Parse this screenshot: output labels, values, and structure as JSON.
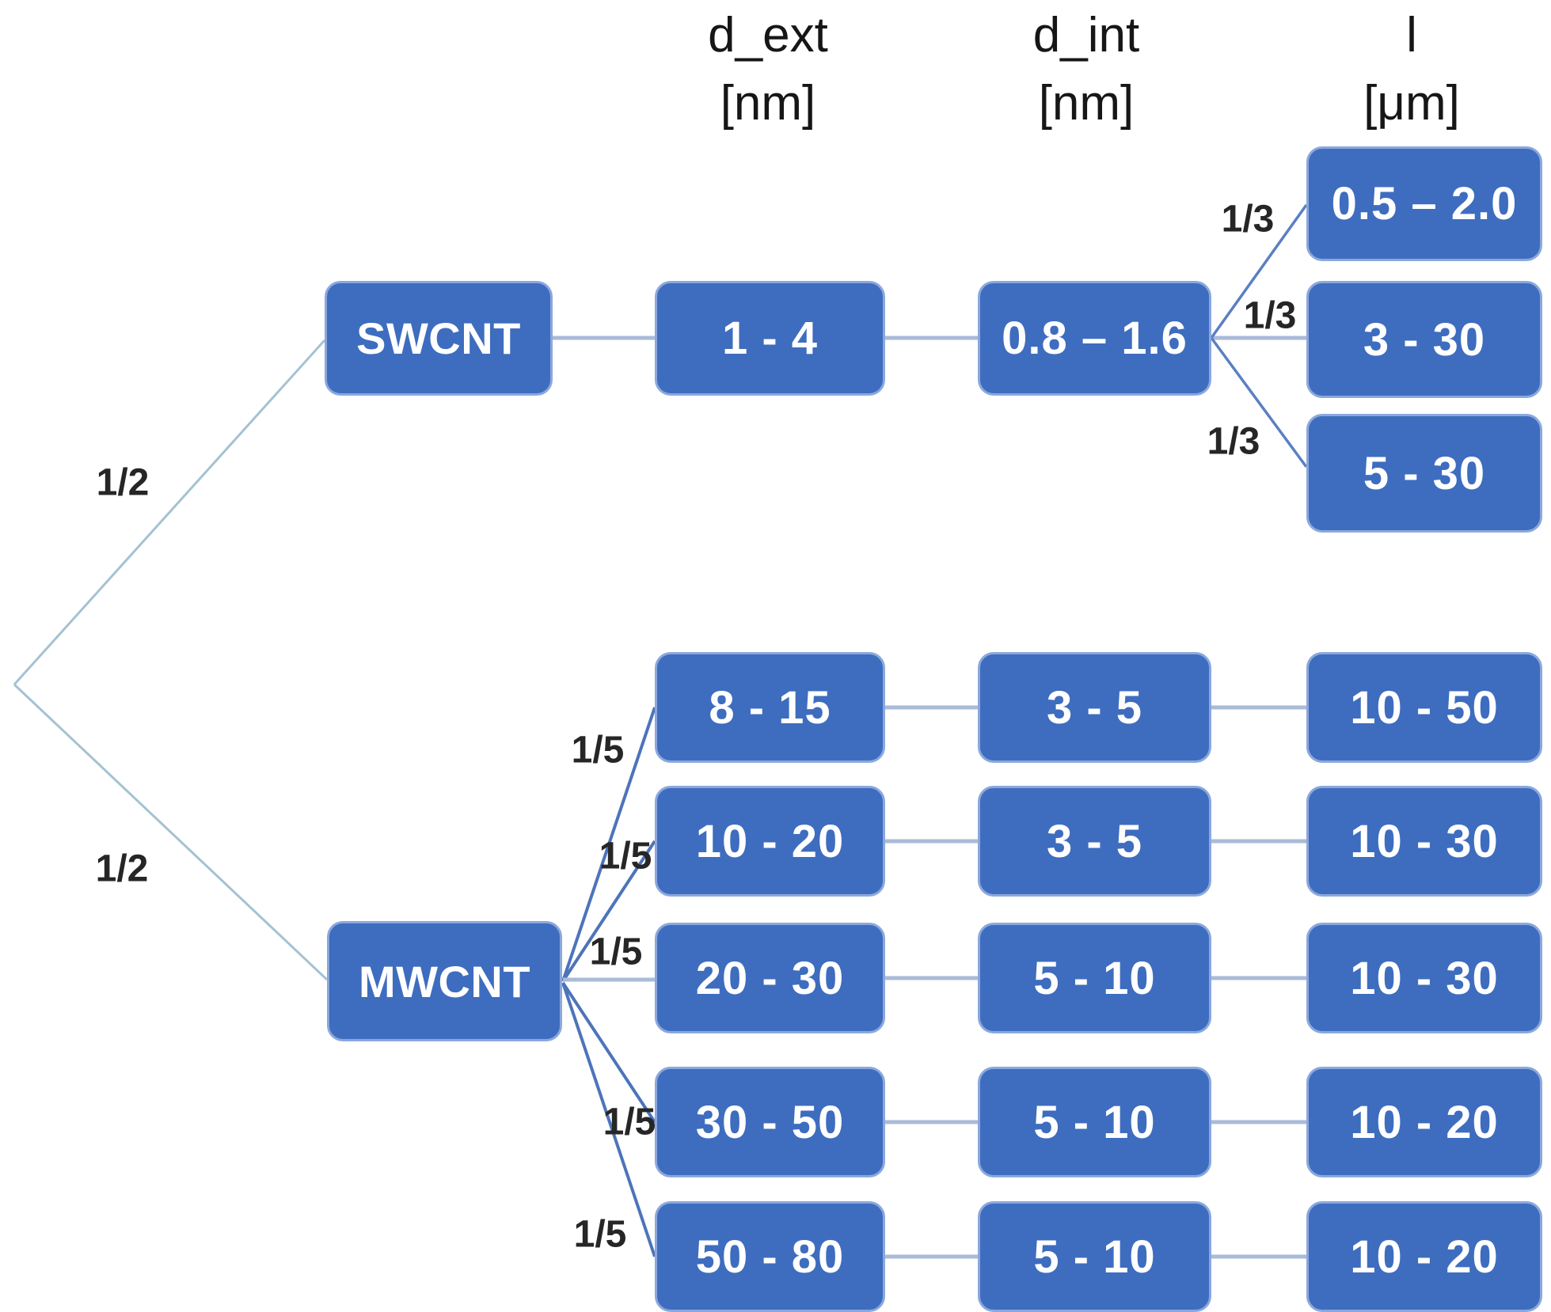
{
  "columns": [
    {
      "title": "d_ext",
      "unit": "[nm]"
    },
    {
      "title": "d_int",
      "unit": "[nm]"
    },
    {
      "title": "l",
      "unit": "[μm]"
    }
  ],
  "root": {
    "branches": [
      {
        "probability": "1/2",
        "target": "SWCNT"
      },
      {
        "probability": "1/2",
        "target": "MWCNT"
      }
    ]
  },
  "swcnt": {
    "name": "SWCNT",
    "d_ext": "1 - 4",
    "d_int": "0.8 – 1.6",
    "length_branches": [
      {
        "probability": "1/3",
        "value": "0.5 – 2.0"
      },
      {
        "probability": "1/3",
        "value": "3 - 30"
      },
      {
        "probability": "1/3",
        "value": "5 - 30"
      }
    ]
  },
  "mwcnt": {
    "name": "MWCNT",
    "rows": [
      {
        "probability": "1/5",
        "d_ext": "8 - 15",
        "d_int": "3 - 5",
        "length": "10 - 50"
      },
      {
        "probability": "1/5",
        "d_ext": "10 - 20",
        "d_int": "3 - 5",
        "length": "10 - 30"
      },
      {
        "probability": "1/5",
        "d_ext": "20 - 30",
        "d_int": "5 - 10",
        "length": "10 - 30"
      },
      {
        "probability": "1/5",
        "d_ext": "30 - 50",
        "d_int": "5 - 10",
        "length": "10 - 20"
      },
      {
        "probability": "1/5",
        "d_ext": "50 - 80",
        "d_int": "5 - 10",
        "length": "10 - 20"
      }
    ]
  },
  "colors": {
    "node_fill": "#3E6DBF",
    "node_border": "#8BA8DC",
    "node_text": "#FFFFFF",
    "connector": "#AABBD9",
    "root_branch": "#A4C2D3",
    "probability_branch": "#4D74BA",
    "label_text": "#262626",
    "background": "#FFFFFF"
  }
}
